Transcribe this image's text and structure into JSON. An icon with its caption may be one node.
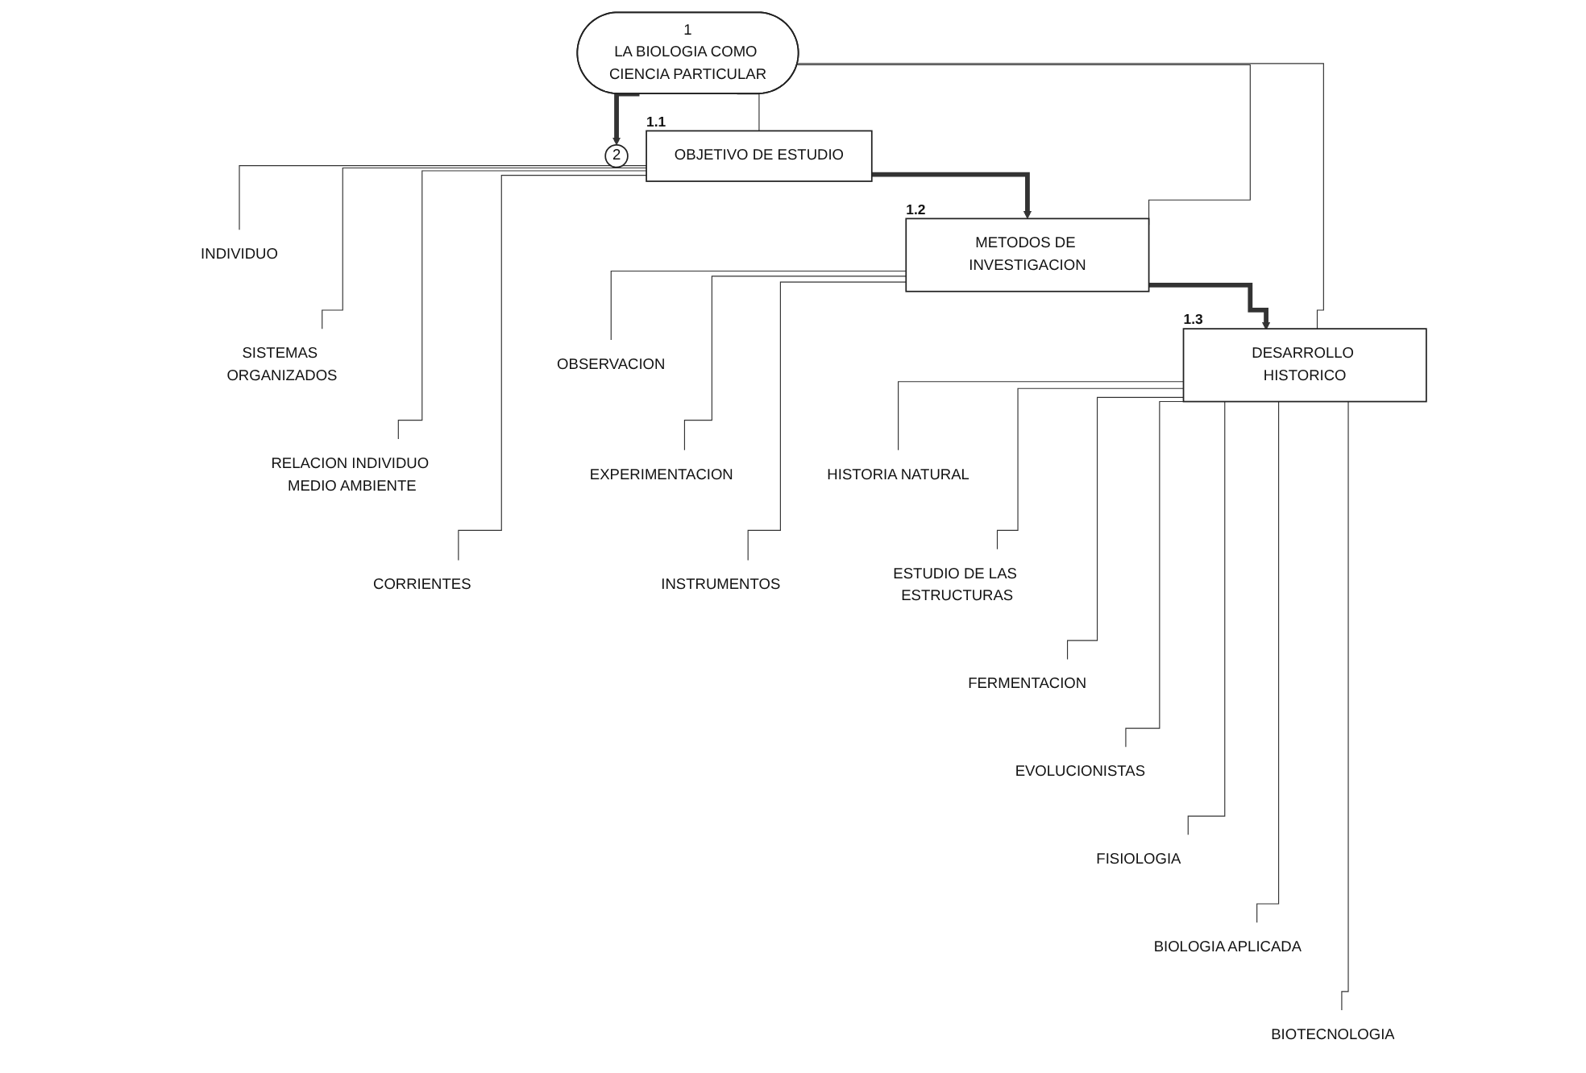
{
  "diagram": {
    "nodes": [
      {
        "text": [
          "1",
          "LA BIOLOGIA COMO CIENCIA PARTICULAR"
        ]
      },
      {
        "text": [
          "2"
        ]
      },
      {
        "text": [
          "OBJETIVO DE ESTUDIO"
        ],
        "beside": [
          "1.1"
        ]
      },
      {
        "text": [
          "METODOS DE INVESTIGACION"
        ],
        "beside": [
          "1.2"
        ]
      },
      {
        "text": [
          "DESARROLLO HISTORICO"
        ],
        "beside": [
          "1.3"
        ]
      },
      {
        "text": [
          "INDIVIDUO"
        ]
      },
      {
        "text": [
          "SISTEMAS ORGANIZADOS"
        ]
      },
      {
        "text": [
          "RELACION INDIVIDUO MEDIO AMBIENTE"
        ]
      },
      {
        "text": [
          "CORRIENTES"
        ]
      },
      {
        "text": [
          "OBSERVACION"
        ]
      },
      {
        "text": [
          "EXPERIMENTACION"
        ]
      },
      {
        "text": [
          "INSTRUMENTOS"
        ]
      },
      {
        "text": [
          "HISTORIA NATURAL"
        ]
      },
      {
        "text": [
          "ESTUDIO DE LAS ESTRUCTURAS"
        ]
      },
      {
        "text": [
          "FERMENTACION"
        ]
      },
      {
        "text": [
          "EVOLUCIONISTAS"
        ]
      },
      {
        "text": [
          "FISIOLOGIA"
        ]
      },
      {
        "text": [
          "BIOLOGIA APLICADA"
        ]
      },
      {
        "text": [
          "BIOTECNOLOGIA"
        ]
      }
    ],
    "edges": [
      {
        "from": 0,
        "to": 1,
        "arrow": "to",
        "style": "thick"
      },
      {
        "from": 0,
        "to": 2,
        "arrow": "none"
      },
      {
        "from": 0,
        "to": 3,
        "arrow": "none"
      },
      {
        "from": 0,
        "to": 4,
        "arrow": "none"
      },
      {
        "from": 2,
        "to": 3,
        "arrow": "to",
        "style": "thick"
      },
      {
        "from": 3,
        "to": 4,
        "arrow": "to",
        "style": "thick"
      },
      {
        "from": 2,
        "to": 5,
        "arrow": "none"
      },
      {
        "from": 2,
        "to": 6,
        "arrow": "none"
      },
      {
        "from": 2,
        "to": 7,
        "arrow": "none"
      },
      {
        "from": 2,
        "to": 8,
        "arrow": "none"
      },
      {
        "from": 3,
        "to": 9,
        "arrow": "none"
      },
      {
        "from": 3,
        "to": 10,
        "arrow": "none"
      },
      {
        "from": 3,
        "to": 11,
        "arrow": "none"
      },
      {
        "from": 4,
        "to": 12,
        "arrow": "none"
      },
      {
        "from": 4,
        "to": 13,
        "arrow": "none"
      },
      {
        "from": 4,
        "to": 14,
        "arrow": "none"
      },
      {
        "from": 4,
        "to": 15,
        "arrow": "none"
      },
      {
        "from": 4,
        "to": 16,
        "arrow": "none"
      },
      {
        "from": 4,
        "to": 17,
        "arrow": "none"
      },
      {
        "from": 4,
        "to": 18,
        "arrow": "none"
      }
    ]
  }
}
